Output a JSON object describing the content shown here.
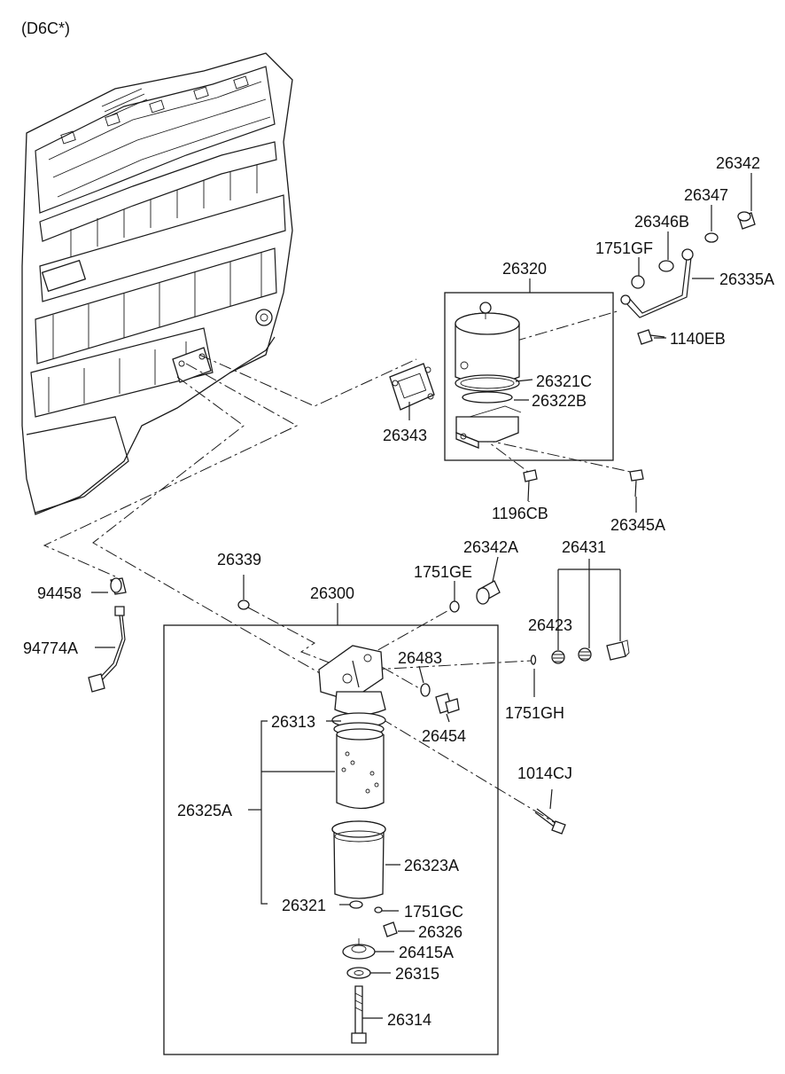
{
  "header": {
    "variant": "(D6C*)"
  },
  "labels": {
    "l26342": "26342",
    "l26347": "26347",
    "l26346B": "26346B",
    "l1751GF": "1751GF",
    "l26320": "26320",
    "l26335A": "26335A",
    "l1140EB": "1140EB",
    "l26321C": "26321C",
    "l26322B": "26322B",
    "l26343": "26343",
    "l1196CB": "1196CB",
    "l26345A": "26345A",
    "l26339": "26339",
    "l26342A": "26342A",
    "l26431": "26431",
    "l1751GE": "1751GE",
    "l26300": "26300",
    "l94458": "94458",
    "l94774A": "94774A",
    "l26423": "26423",
    "l26483": "26483",
    "l1751GH": "1751GH",
    "l26313": "26313",
    "l26454": "26454",
    "l1014CJ": "1014CJ",
    "l26325A": "26325A",
    "l26323A": "26323A",
    "l26321": "26321",
    "l1751GC": "1751GC",
    "l26326": "26326",
    "l26415A": "26415A",
    "l26315": "26315",
    "l26314": "26314"
  }
}
